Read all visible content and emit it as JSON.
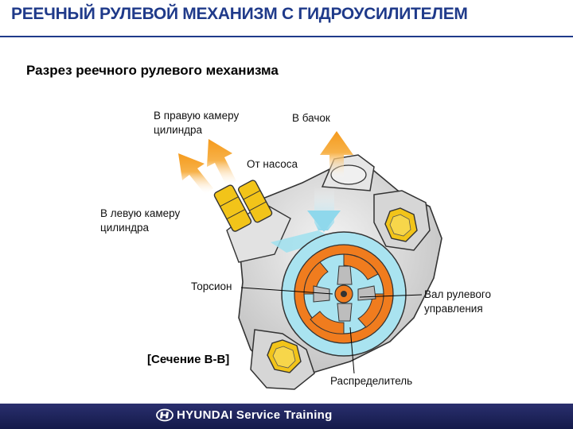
{
  "header": {
    "title": "РЕЕЧНЫЙ РУЛЕВОЙ МЕХАНИЗМ С ГИДРОУСИЛИТЕЛЕМ",
    "subtitle": "Разрез реечного рулевого механизма"
  },
  "labels": {
    "right_chamber_line1": "В правую камеру",
    "right_chamber_line2": "цилиндра",
    "to_tank": "В бачок",
    "from_pump": "От насоса",
    "left_chamber_line1": "В левую камеру",
    "left_chamber_line2": "цилиндра",
    "torsion": "Торсион",
    "shaft_line1": "Вал рулевого",
    "shaft_line2": "управления",
    "section": "[Сечение B-B]",
    "distributor": "Распределитель"
  },
  "footer": {
    "brand_text": "HYUNDAI Service  Training"
  },
  "colors": {
    "title": "#1f3a8a",
    "arrow_orange": "#f59a1c",
    "fluid_cyan": "#9fe0ef",
    "valve_orange": "#f07c1e",
    "fitting_yellow": "#f2c419",
    "housing_gray": "#dcdcdc",
    "footer_bg": "#1c2258"
  },
  "icons": {
    "footer_logo": "hyundai-logo-icon"
  }
}
